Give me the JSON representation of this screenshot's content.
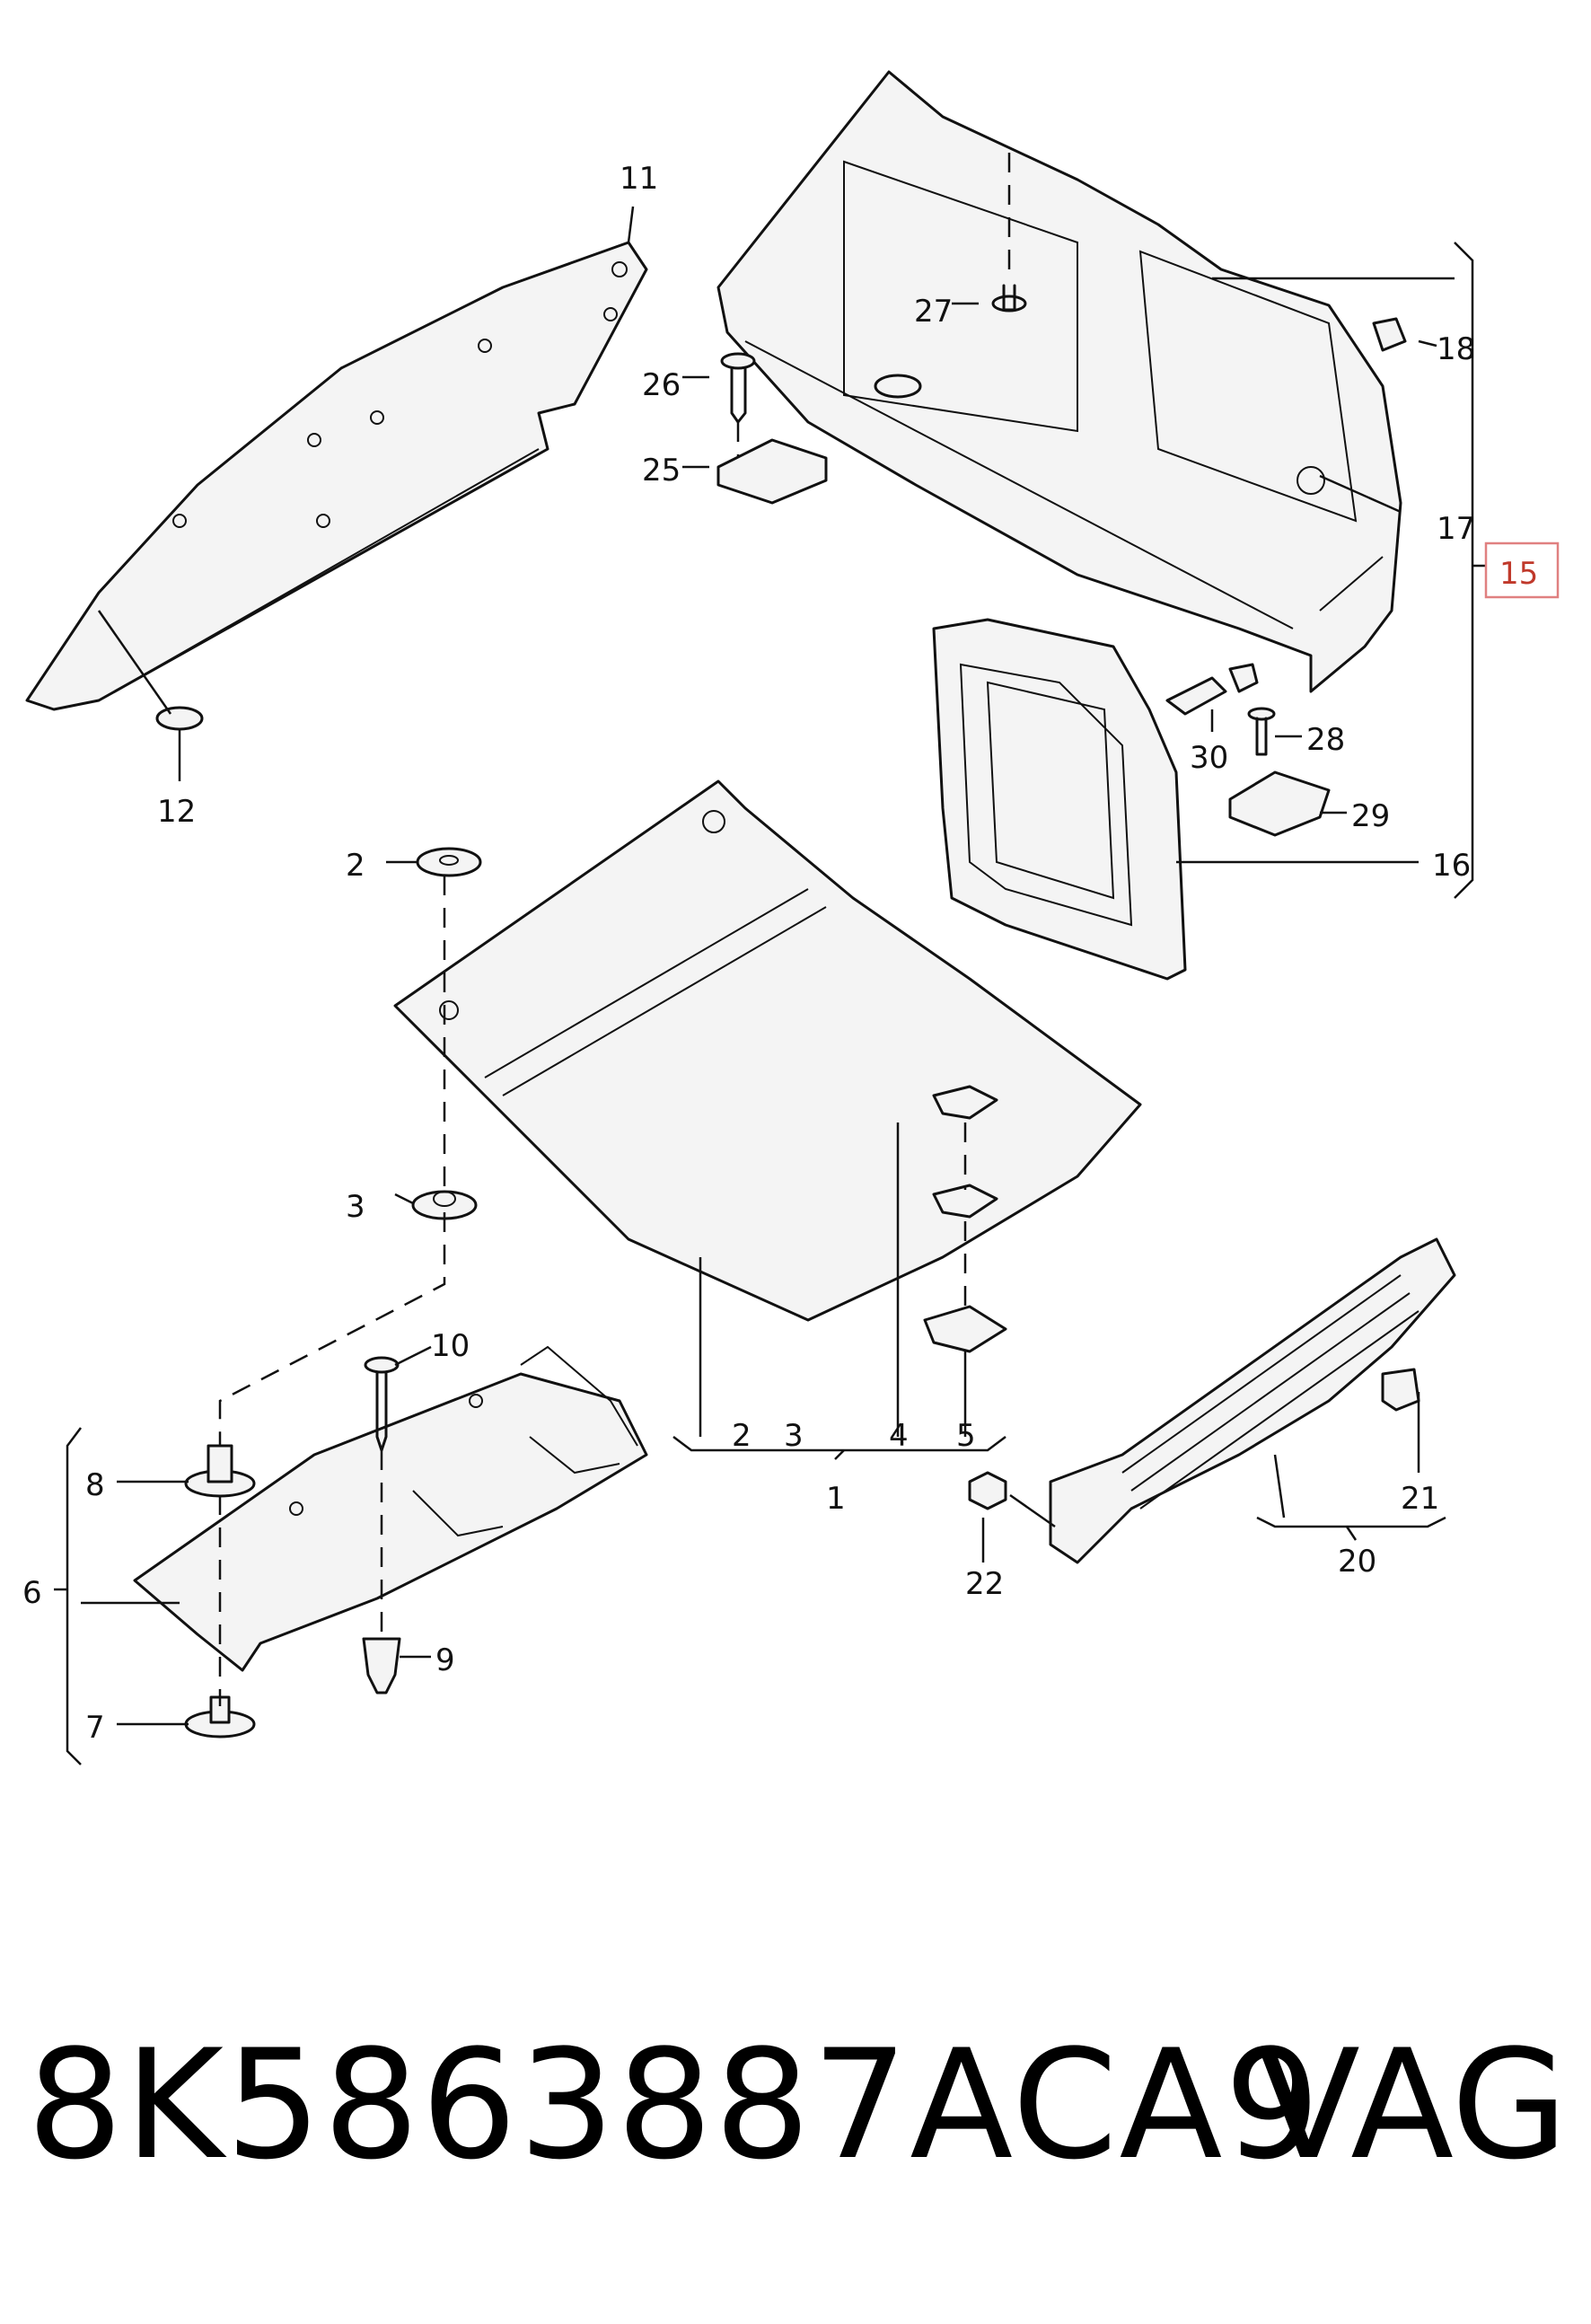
{
  "callouts": {
    "c1": "1",
    "c2a": "2",
    "c2b": "2",
    "c3a": "3",
    "c3b": "3",
    "c4": "4",
    "c5": "5",
    "c6": "6",
    "c7": "7",
    "c8": "8",
    "c9": "9",
    "c10": "10",
    "c11": "11",
    "c12": "12",
    "c15": "15",
    "c16": "16",
    "c17": "17",
    "c18": "18",
    "c20": "20",
    "c21": "21",
    "c22": "22",
    "c25": "25",
    "c26": "26",
    "c27": "27",
    "c28": "28",
    "c29": "29",
    "c30": "30"
  },
  "footer": {
    "part_number": "8K5863887ACA9",
    "brand": "VAG"
  },
  "colors": {
    "line": "#111111",
    "highlight": "#c0392b"
  }
}
